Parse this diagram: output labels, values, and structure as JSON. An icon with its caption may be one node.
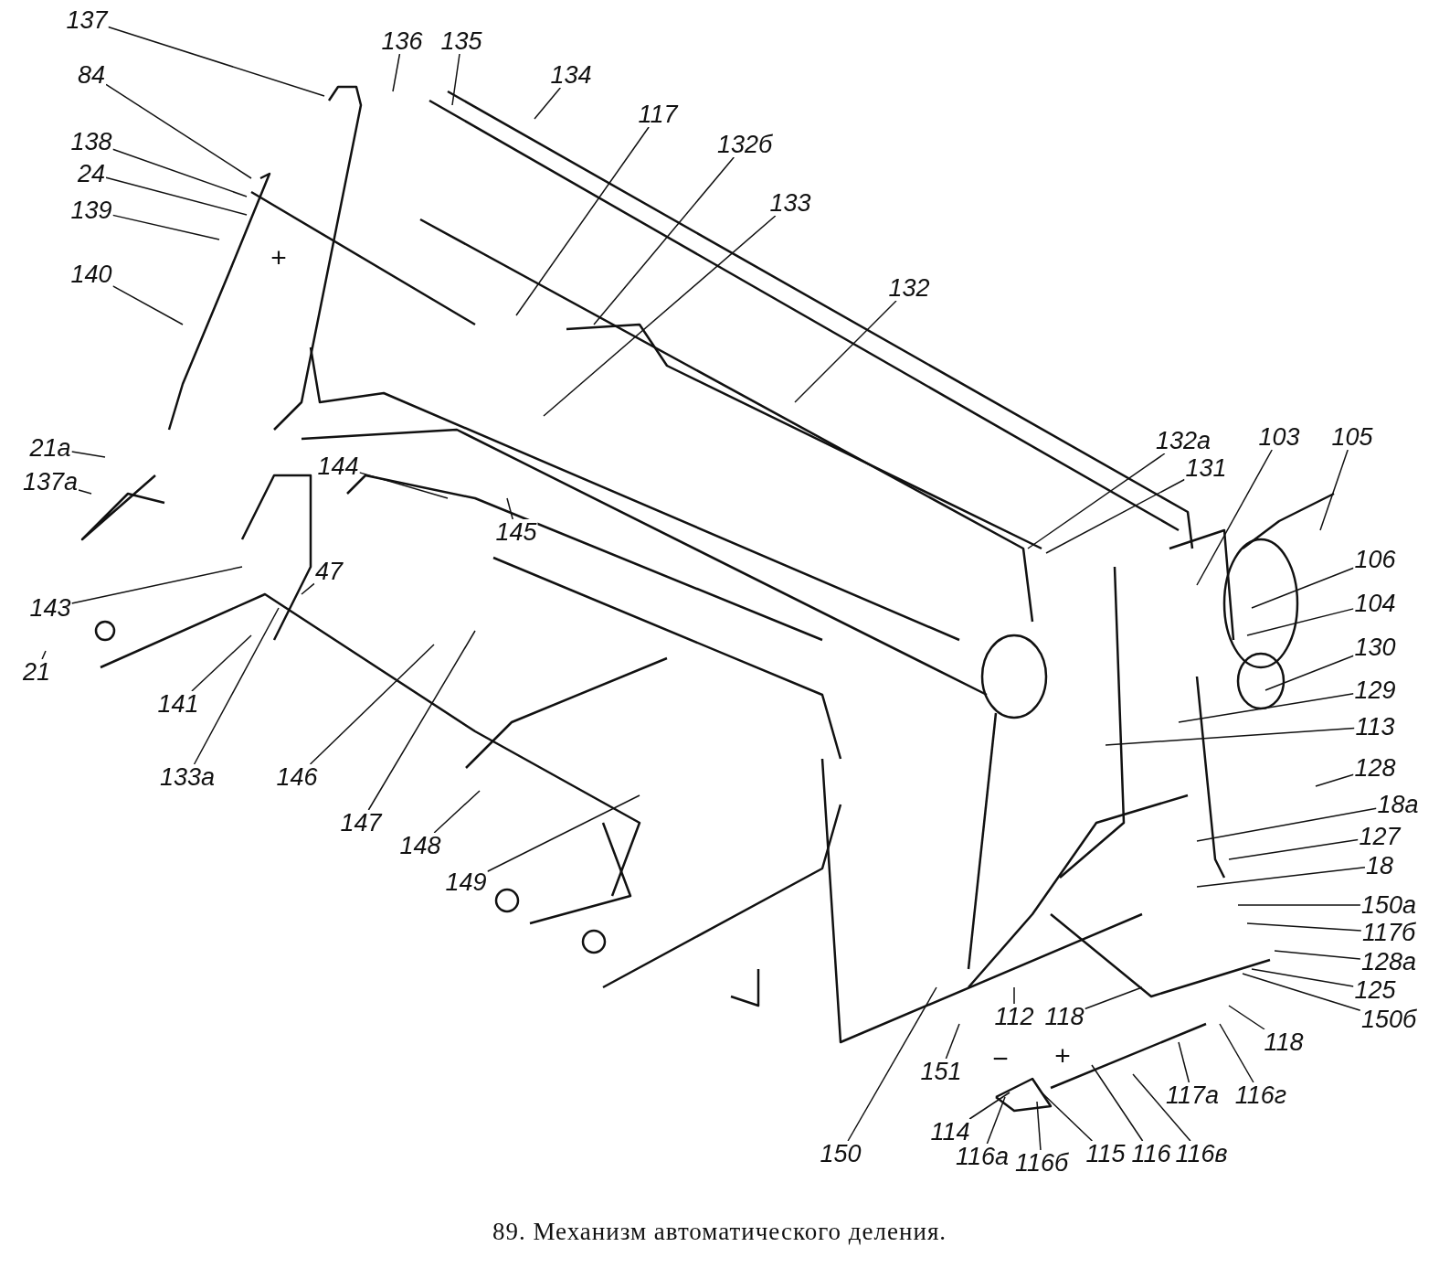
{
  "diagram": {
    "caption": "89. Механизм автоматического деления.",
    "nodes": [
      {
        "text": [
          "137"
        ]
      },
      {
        "text": [
          "84"
        ]
      },
      {
        "text": [
          "138"
        ]
      },
      {
        "text": [
          "24"
        ]
      },
      {
        "text": [
          "139"
        ]
      },
      {
        "text": [
          "140"
        ]
      },
      {
        "text": [
          "136"
        ]
      },
      {
        "text": [
          "135"
        ]
      },
      {
        "text": [
          "134"
        ]
      },
      {
        "text": [
          "117"
        ]
      },
      {
        "text": [
          "132б"
        ]
      },
      {
        "text": [
          "133"
        ]
      },
      {
        "text": [
          "132"
        ]
      },
      {
        "text": [
          "144"
        ]
      },
      {
        "text": [
          "145"
        ]
      },
      {
        "text": [
          "47"
        ]
      },
      {
        "text": [
          "21а"
        ]
      },
      {
        "text": [
          "137а"
        ]
      },
      {
        "text": [
          "143"
        ]
      },
      {
        "text": [
          "21"
        ]
      },
      {
        "text": [
          "141"
        ]
      },
      {
        "text": [
          "133а"
        ]
      },
      {
        "text": [
          "146"
        ]
      },
      {
        "text": [
          "147"
        ]
      },
      {
        "text": [
          "148"
        ]
      },
      {
        "text": [
          "149"
        ]
      },
      {
        "text": [
          "132а"
        ]
      },
      {
        "text": [
          "131"
        ]
      },
      {
        "text": [
          "103"
        ]
      },
      {
        "text": [
          "105"
        ]
      },
      {
        "text": [
          "106"
        ]
      },
      {
        "text": [
          "104"
        ]
      },
      {
        "text": [
          "130"
        ]
      },
      {
        "text": [
          "129"
        ]
      },
      {
        "text": [
          "113"
        ]
      },
      {
        "text": [
          "128"
        ]
      },
      {
        "text": [
          "18а"
        ]
      },
      {
        "text": [
          "127"
        ]
      },
      {
        "text": [
          "18"
        ]
      },
      {
        "text": [
          "150а"
        ]
      },
      {
        "text": [
          "117б"
        ]
      },
      {
        "text": [
          "128а"
        ]
      },
      {
        "text": [
          "125"
        ]
      },
      {
        "text": [
          "150б"
        ]
      },
      {
        "text": [
          "118"
        ]
      },
      {
        "text": [
          "116г"
        ]
      },
      {
        "text": [
          "117а"
        ]
      },
      {
        "text": [
          "116в"
        ]
      },
      {
        "text": [
          "116"
        ]
      },
      {
        "text": [
          "115"
        ]
      },
      {
        "text": [
          "116б"
        ]
      },
      {
        "text": [
          "116а"
        ]
      },
      {
        "text": [
          "114"
        ]
      },
      {
        "text": [
          "151"
        ]
      },
      {
        "text": [
          "118"
        ]
      },
      {
        "text": [
          "112"
        ]
      },
      {
        "text": [
          "150"
        ]
      }
    ],
    "edges": [
      {
        "from": 0,
        "to": null,
        "arrow": "none"
      },
      {
        "from": 1,
        "to": null,
        "arrow": "none"
      },
      {
        "from": 2,
        "to": null,
        "arrow": "none"
      },
      {
        "from": 3,
        "to": null,
        "arrow": "none"
      },
      {
        "from": 4,
        "to": null,
        "arrow": "none"
      },
      {
        "from": 5,
        "to": null,
        "arrow": "none"
      },
      {
        "from": 6,
        "to": null,
        "arrow": "none"
      },
      {
        "from": 7,
        "to": null,
        "arrow": "none"
      },
      {
        "from": 8,
        "to": null,
        "arrow": "none"
      },
      {
        "from": 9,
        "to": null,
        "arrow": "none"
      },
      {
        "from": 10,
        "to": null,
        "arrow": "none"
      },
      {
        "from": 11,
        "to": null,
        "arrow": "none"
      },
      {
        "from": 12,
        "to": null,
        "arrow": "none"
      },
      {
        "from": 13,
        "to": null,
        "arrow": "none"
      },
      {
        "from": 14,
        "to": null,
        "arrow": "none"
      },
      {
        "from": 15,
        "to": null,
        "arrow": "none"
      },
      {
        "from": 16,
        "to": null,
        "arrow": "none"
      },
      {
        "from": 17,
        "to": null,
        "arrow": "none"
      },
      {
        "from": 18,
        "to": null,
        "arrow": "none"
      },
      {
        "from": 19,
        "to": null,
        "arrow": "none"
      },
      {
        "from": 20,
        "to": null,
        "arrow": "none"
      },
      {
        "from": 21,
        "to": null,
        "arrow": "none"
      },
      {
        "from": 22,
        "to": null,
        "arrow": "none"
      },
      {
        "from": 23,
        "to": null,
        "arrow": "none"
      },
      {
        "from": 24,
        "to": null,
        "arrow": "none"
      },
      {
        "from": 25,
        "to": null,
        "arrow": "none"
      },
      {
        "from": 26,
        "to": null,
        "arrow": "none"
      },
      {
        "from": 27,
        "to": null,
        "arrow": "none"
      },
      {
        "from": 28,
        "to": null,
        "arrow": "none"
      },
      {
        "from": 29,
        "to": null,
        "arrow": "none"
      },
      {
        "from": 30,
        "to": null,
        "arrow": "none"
      },
      {
        "from": 31,
        "to": null,
        "arrow": "none"
      },
      {
        "from": 32,
        "to": null,
        "arrow": "none"
      },
      {
        "from": 33,
        "to": null,
        "arrow": "none"
      },
      {
        "from": 34,
        "to": null,
        "arrow": "none"
      },
      {
        "from": 35,
        "to": null,
        "arrow": "none"
      },
      {
        "from": 36,
        "to": null,
        "arrow": "none"
      },
      {
        "from": 37,
        "to": null,
        "arrow": "none"
      },
      {
        "from": 38,
        "to": null,
        "arrow": "none"
      },
      {
        "from": 39,
        "to": null,
        "arrow": "none"
      },
      {
        "from": 40,
        "to": null,
        "arrow": "none"
      },
      {
        "from": 41,
        "to": null,
        "arrow": "none"
      },
      {
        "from": 42,
        "to": null,
        "arrow": "none"
      },
      {
        "from": 43,
        "to": null,
        "arrow": "none"
      },
      {
        "from": 44,
        "to": null,
        "arrow": "none"
      },
      {
        "from": 45,
        "to": null,
        "arrow": "none"
      },
      {
        "from": 46,
        "to": null,
        "arrow": "none"
      },
      {
        "from": 47,
        "to": null,
        "arrow": "none"
      },
      {
        "from": 48,
        "to": null,
        "arrow": "none"
      },
      {
        "from": 49,
        "to": null,
        "arrow": "none"
      },
      {
        "from": 50,
        "to": null,
        "arrow": "none"
      },
      {
        "from": 51,
        "to": null,
        "arrow": "none"
      },
      {
        "from": 52,
        "to": null,
        "arrow": "none"
      },
      {
        "from": 53,
        "to": null,
        "arrow": "none"
      },
      {
        "from": 54,
        "to": null,
        "arrow": "none"
      },
      {
        "from": 55,
        "to": null,
        "arrow": "none"
      },
      {
        "from": 56,
        "to": null,
        "arrow": "none"
      }
    ],
    "labels": [
      "+",
      "−",
      "+"
    ]
  }
}
